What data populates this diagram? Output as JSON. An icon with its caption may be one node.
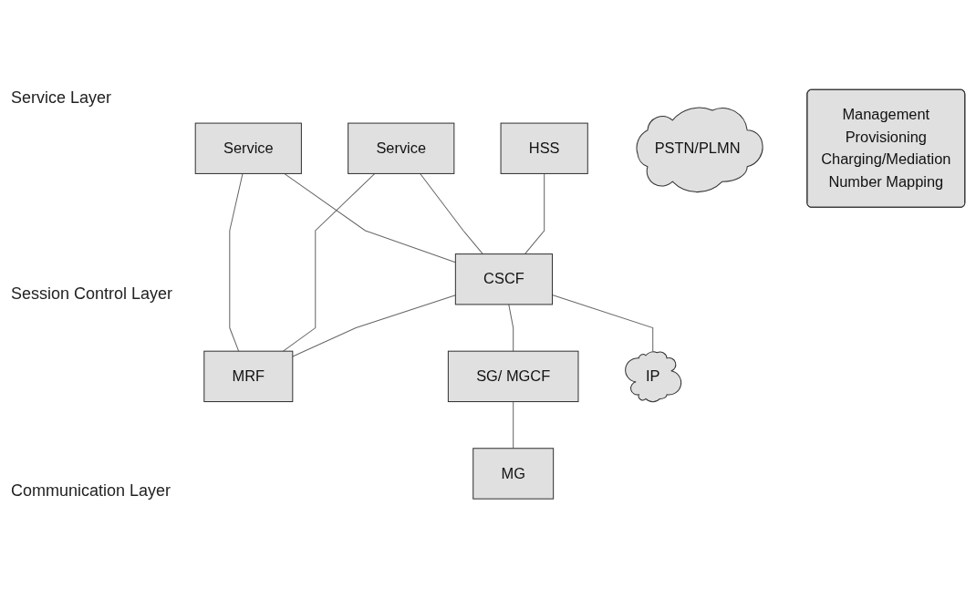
{
  "diagram": {
    "nodes": [
      {
        "text": [
          "Service"
        ]
      },
      {
        "text": [
          "Service"
        ]
      },
      {
        "text": [
          "HSS"
        ]
      },
      {
        "text": [
          "CSCF"
        ]
      },
      {
        "text": [
          "MRF"
        ]
      },
      {
        "text": [
          "SG/ MGCF"
        ]
      },
      {
        "text": [
          "MG"
        ]
      },
      {
        "text": [
          "IP"
        ]
      },
      {
        "text": [
          "PSTN/PLMN"
        ]
      },
      {
        "text": [
          "Management",
          "Provisioning",
          "Charging/Mediation",
          "Number Mapping"
        ]
      }
    ],
    "edges": [
      {
        "from": 0,
        "to": 3,
        "arrow": "none"
      },
      {
        "from": 0,
        "to": 4,
        "arrow": "none"
      },
      {
        "from": 1,
        "to": 3,
        "arrow": "none"
      },
      {
        "from": 1,
        "to": 4,
        "arrow": "none"
      },
      {
        "from": 2,
        "to": 3,
        "arrow": "none"
      },
      {
        "from": 3,
        "to": 4,
        "arrow": "none"
      },
      {
        "from": 3,
        "to": 5,
        "arrow": "none"
      },
      {
        "from": 3,
        "to": 7,
        "arrow": "none"
      },
      {
        "from": 5,
        "to": 6,
        "arrow": "none"
      }
    ],
    "labels": [
      "Service Layer",
      "Session Control Layer",
      "Communication Layer"
    ]
  }
}
